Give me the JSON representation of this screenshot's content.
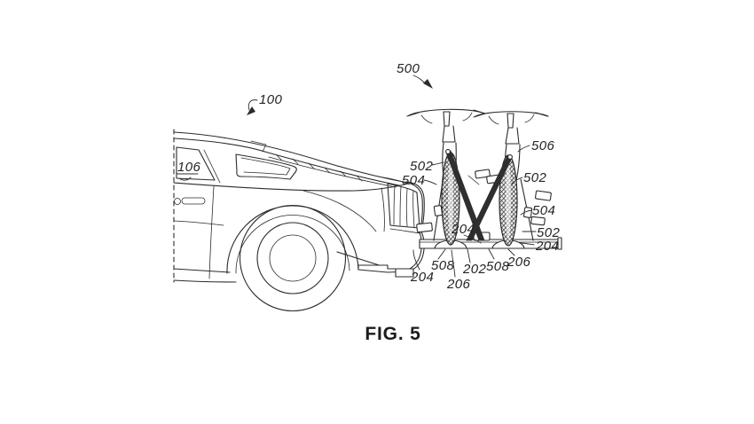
{
  "figure": {
    "caption": "FIG. 5"
  },
  "colors": {
    "ink": "#2b2b2b",
    "background": "#ffffff"
  },
  "reference_numerals": [
    "100",
    "106",
    "500",
    "502",
    "504",
    "506",
    "502",
    "504",
    "502",
    "204",
    "204",
    "204",
    "508",
    "206",
    "202",
    "508",
    "206"
  ]
}
